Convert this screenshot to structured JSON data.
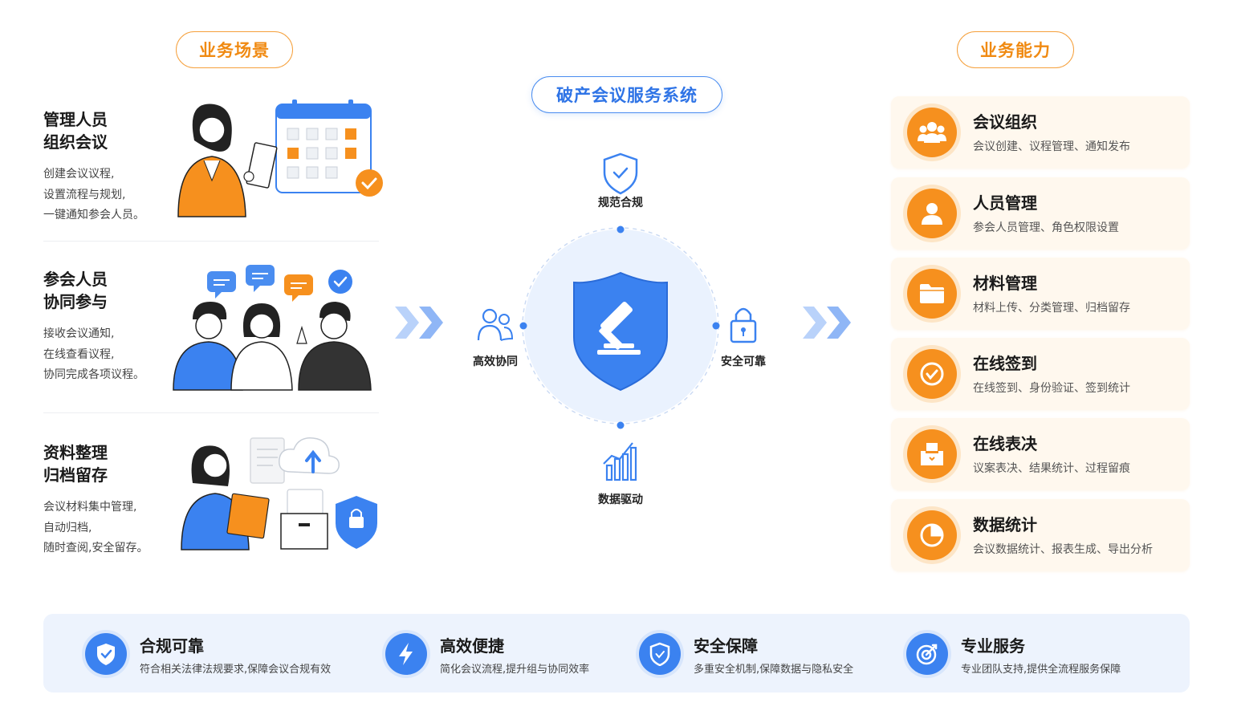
{
  "headers": {
    "scenarios": "业务场景",
    "system": "破产会议服务系统",
    "capabilities": "业务能力"
  },
  "scenarios": [
    {
      "title_line1": "管理人员",
      "title_line2": "组织会议",
      "desc": [
        "创建会议议程,",
        "设置流程与规划,",
        "一键通知参会人员。"
      ]
    },
    {
      "title_line1": "参会人员",
      "title_line2": "协同参与",
      "desc": [
        "接收会议通知,",
        "在线查看议程,",
        "协同完成各项议程。"
      ]
    },
    {
      "title_line1": "资料整理",
      "title_line2": "归档留存",
      "desc": [
        "会议材料集中管理,",
        "自动归档,",
        "随时查阅,安全留存。"
      ]
    }
  ],
  "hub": {
    "nodes": {
      "top": "规范合规",
      "left": "高效协同",
      "right": "安全可靠",
      "bottom": "数据驱动"
    },
    "center_icon": "gavel-shield-icon"
  },
  "capabilities": [
    {
      "title": "会议组织",
      "desc": "会议创建、议程管理、通知发布",
      "icon": "group-icon"
    },
    {
      "title": "人员管理",
      "desc": "参会人员管理、角色权限设置",
      "icon": "user-icon"
    },
    {
      "title": "材料管理",
      "desc": "材料上传、分类管理、归档留存",
      "icon": "folder-icon"
    },
    {
      "title": "在线签到",
      "desc": "在线签到、身份验证、签到统计",
      "icon": "check-circle-icon"
    },
    {
      "title": "在线表决",
      "desc": "议案表决、结果统计、过程留痕",
      "icon": "ballot-box-icon"
    },
    {
      "title": "数据统计",
      "desc": "会议数据统计、报表生成、导出分析",
      "icon": "pie-chart-icon"
    }
  ],
  "features": [
    {
      "title": "合规可靠",
      "desc": "符合相关法律法规要求,保障会议合规有效",
      "icon": "shield-check-icon"
    },
    {
      "title": "高效便捷",
      "desc": "简化会议流程,提升组与协同效率",
      "icon": "lightning-icon"
    },
    {
      "title": "安全保障",
      "desc": "多重安全机制,保障数据与隐私安全",
      "icon": "shield-icon"
    },
    {
      "title": "专业服务",
      "desc": "专业团队支持,提供全流程服务保障",
      "icon": "target-icon"
    }
  ],
  "colors": {
    "orange": "#f6901e",
    "blue": "#3b82f0",
    "card_bg": "#fff8ee",
    "band_bg": "#edf3fd"
  }
}
